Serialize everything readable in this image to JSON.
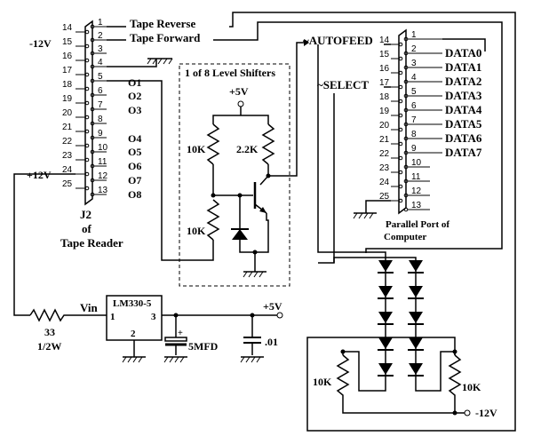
{
  "tape_reader": {
    "connector": "J2",
    "of": "of",
    "name": "Tape Reader",
    "left_pins": [
      "14",
      "15",
      "16",
      "17",
      "18",
      "19",
      "20",
      "21",
      "22",
      "23",
      "24",
      "25"
    ],
    "right_pins": [
      "1",
      "2",
      "3",
      "4",
      "5",
      "6",
      "7",
      "8",
      "9",
      "10",
      "11",
      "12",
      "13"
    ],
    "signals": {
      "tape_reverse": "Tape Reverse",
      "tape_forward": "Tape Forward",
      "o1": "O1",
      "o2": "O2",
      "o3": "O3",
      "o4": "O4",
      "o5": "O5",
      "o6": "O6",
      "o7": "O7",
      "o8": "O8"
    },
    "minus12": "-12V",
    "plus12": "+12V"
  },
  "level_shifter": {
    "title": "1 of 8 Level Shifters",
    "supply": "+5V",
    "r1": "10K",
    "r2": "2.2K",
    "r3": "10K"
  },
  "parallel_port": {
    "autofeed": "~AUTOFEED",
    "select": "~SELECT",
    "name_line1": "Parallel Port of",
    "name_line2": "Computer",
    "left_pins": [
      "14",
      "15",
      "16",
      "17",
      "18",
      "19",
      "20",
      "21",
      "22",
      "23",
      "24",
      "25"
    ],
    "right_pins": [
      "1",
      "2",
      "3",
      "4",
      "5",
      "6",
      "7",
      "8",
      "9",
      "10",
      "11",
      "12",
      "13"
    ],
    "data": [
      "DATA0",
      "DATA1",
      "DATA2",
      "DATA3",
      "DATA4",
      "DATA5",
      "DATA6",
      "DATA7"
    ]
  },
  "regulator": {
    "part": "LM330-5",
    "pin1": "1",
    "pin2": "2",
    "pin3": "3",
    "vin": "Vin",
    "r_value": "33",
    "r_power": "1/2W",
    "cap1": "5MFD",
    "cap2": ".01",
    "vout": "+5V"
  },
  "negative_supply": {
    "r_left": "10K",
    "r_right": "10K",
    "label": "-12V"
  }
}
